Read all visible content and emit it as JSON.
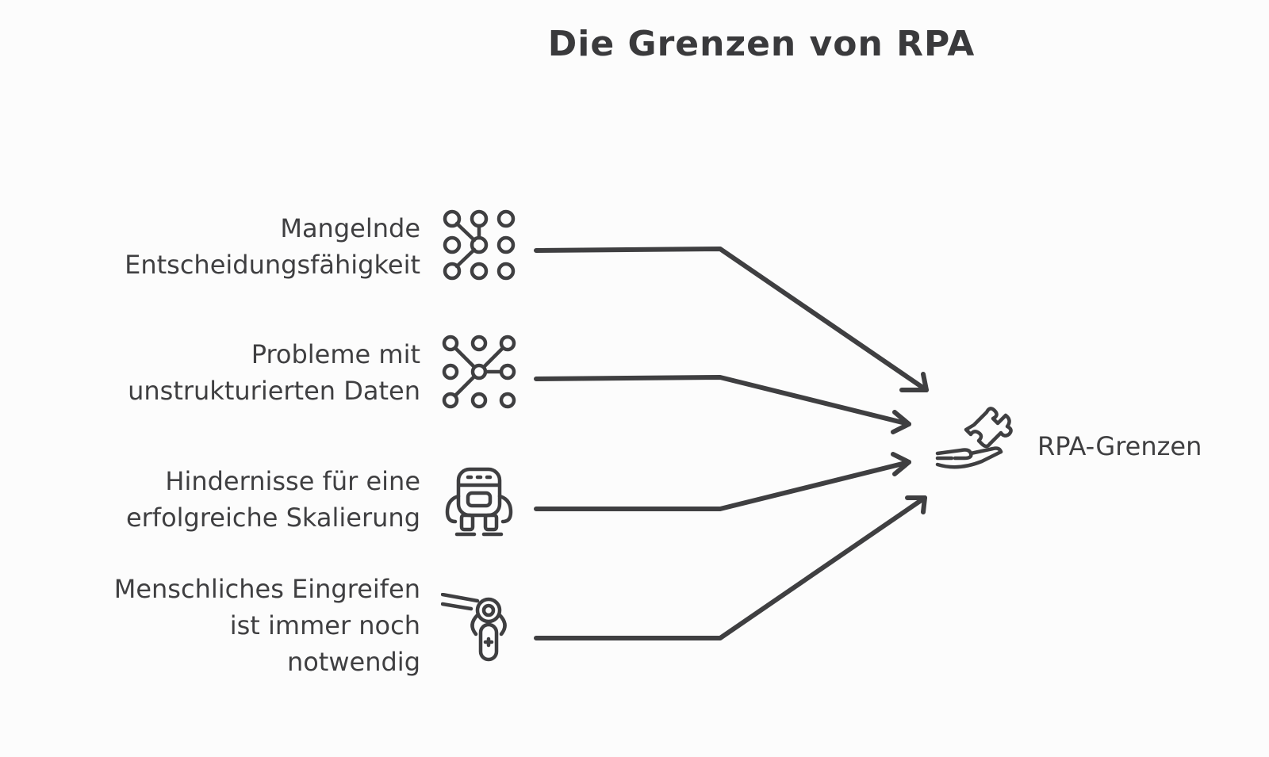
{
  "title": "Die Grenzen von RPA",
  "sources": [
    {
      "lines": [
        "Mangelnde",
        "Entscheidungsfähigkeit"
      ],
      "icon": "node-grid-icon"
    },
    {
      "lines": [
        "Probleme mit",
        "unstrukturierten Daten"
      ],
      "icon": "network-nodes-icon"
    },
    {
      "lines": [
        "Hindernisse für eine",
        "erfolgreiche Skalierung"
      ],
      "icon": "robot-icon"
    },
    {
      "lines": [
        "Menschliches Eingreifen",
        "ist immer noch",
        "notwendig"
      ],
      "icon": "robotic-arm-icon"
    }
  ],
  "target": {
    "label": "RPA-Grenzen",
    "icon": "puzzle-hand-icon"
  },
  "colors": {
    "ink": "#3f3f41",
    "background": "#fcfcfc"
  }
}
